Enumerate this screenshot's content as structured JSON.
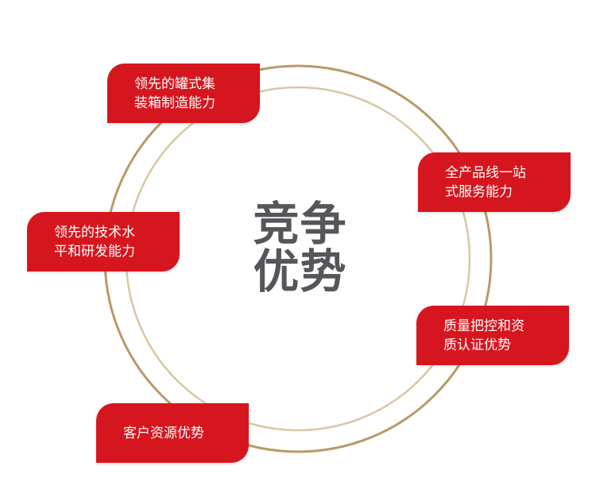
{
  "center": {
    "line1": "竞争",
    "line2": "优势"
  },
  "colors": {
    "accent_red": "#d6161e",
    "ring_outer": "#b89a68",
    "ring_inner": "#d9c7a4",
    "title_gray": "#55565a"
  },
  "items": [
    {
      "label": "领先的罐式集\n装箱制造能力"
    },
    {
      "label": "全产品线一站\n式服务能力"
    },
    {
      "label": "领先的技术水\n平和研发能力"
    },
    {
      "label": "质量把控和资\n质认证优势"
    },
    {
      "label": "客户资源优势"
    }
  ]
}
